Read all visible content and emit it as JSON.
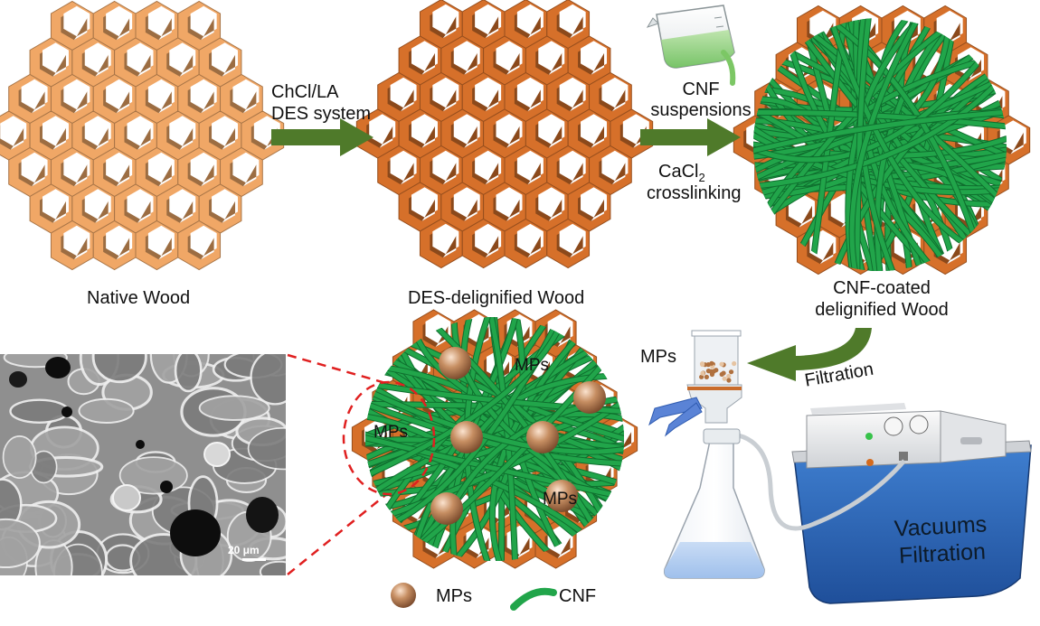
{
  "labels": {
    "step1_line1": "ChCl/LA",
    "step1_line2": "DES system",
    "step2_line1": "CNF",
    "step2_line2": "suspensions",
    "step3_main": "CaCl",
    "step3_sub": "2",
    "step3_line2": "crosslinking",
    "native": "Native Wood",
    "deslig": "DES-delignified Wood",
    "coated_line1": "CNF-coated",
    "coated_line2": "delignified Wood",
    "filtration": "Filtration",
    "mps_funnel": "MPs",
    "mps_a": "MPs",
    "mps_b": "MPs",
    "mps_c": "MPs",
    "vac_line1": "Vacuums",
    "vac_line2": "Filtration",
    "scale_bar": "20 μm",
    "legend_mps": "MPs",
    "legend_cnf": "CNF"
  },
  "colors": {
    "native_wood": "#f0a766",
    "delignified_wood": "#d6702a",
    "cnf_fiber": "#21a54a",
    "arrow": "#4f7a2a",
    "particle": "#b07a55",
    "vacuum_box": "#2e6bc0",
    "zoom_dash": "#e02020"
  }
}
